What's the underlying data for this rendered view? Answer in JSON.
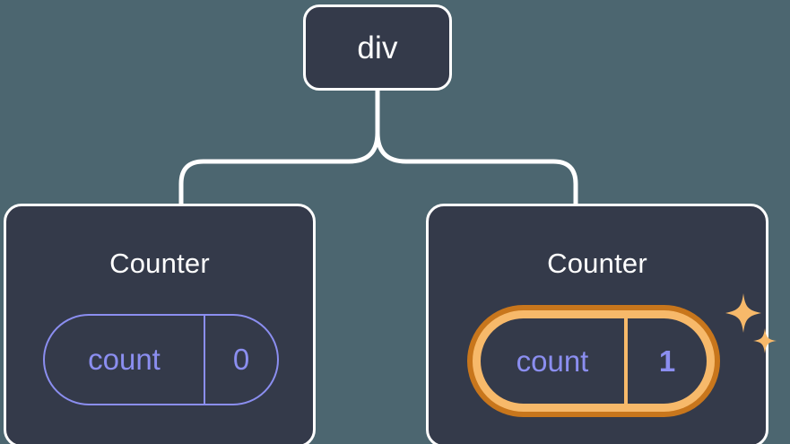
{
  "diagram": {
    "type": "component-tree",
    "background_color": "#4c6670",
    "node_fill": "#343a4a",
    "node_border": "#ffffff",
    "accent_purple": "#8b8ef0",
    "highlight_outer": "#c8761c",
    "highlight_inner": "#f7b96a",
    "connector_color": "#ffffff"
  },
  "root": {
    "label": "div"
  },
  "children": [
    {
      "title": "Counter",
      "state": {
        "key": "count",
        "value": "0",
        "highlighted": false
      }
    },
    {
      "title": "Counter",
      "state": {
        "key": "count",
        "value": "1",
        "highlighted": true
      },
      "sparkle_icons": [
        "sparkle-large",
        "sparkle-small"
      ]
    }
  ]
}
